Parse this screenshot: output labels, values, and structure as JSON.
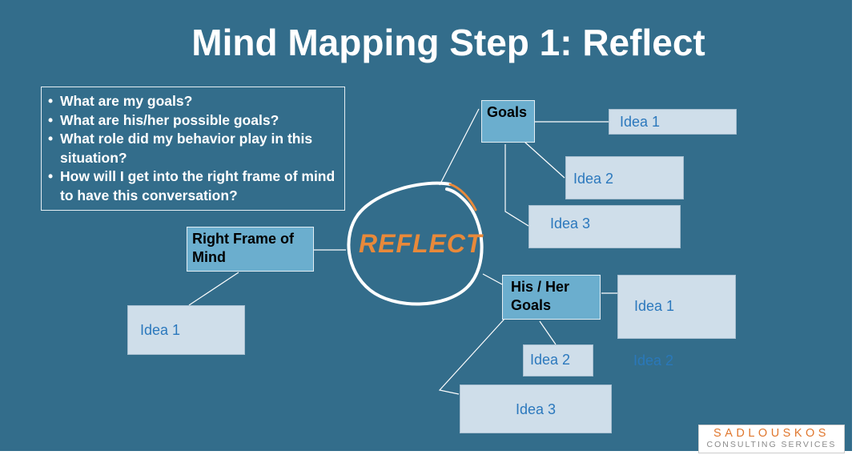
{
  "title": "Mind Mapping Step 1: Reflect",
  "questions": [
    "What are my goals?",
    "What are his/her possible goals?",
    "What role did my behavior play in this situation?",
    "How will I get into the right frame of mind to have this conversation?"
  ],
  "center": "REFLECT",
  "goals": {
    "label": "Goals",
    "ideas": [
      "Idea 1",
      "Idea 2",
      "Idea 3"
    ]
  },
  "his_her_goals": {
    "label": "His / Her Goals",
    "ideas": [
      "Idea 1",
      "Idea 2",
      "Idea 3"
    ],
    "faint_idea": "Idea 2"
  },
  "right_frame": {
    "label": "Right Frame of Mind",
    "ideas": [
      "Idea 1"
    ]
  },
  "logo": {
    "line1": "SADLOUSKOS",
    "line2": "CONSULTING SERVICES"
  },
  "colors": {
    "background": "#336d8b",
    "topic": "#6baece",
    "idea": "#cfdeea",
    "idea_text": "#2b78bd",
    "center": "#e8893a"
  }
}
